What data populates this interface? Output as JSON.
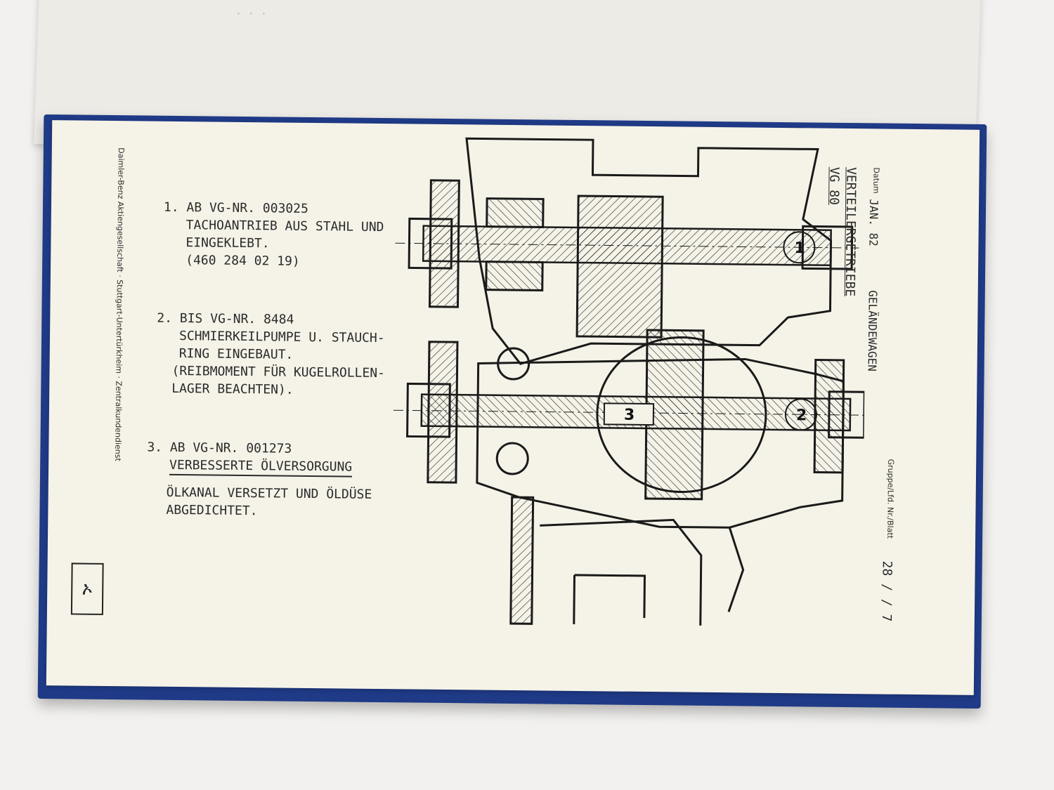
{
  "page": {
    "footer_company": "Daimler-Benz Aktiengesellschaft · Stuttgart-Untertürkheim · Zentralkundendienst",
    "logo_text": "ኦ",
    "header": {
      "datum_label": "Datum",
      "datum_value": "JAN. 82",
      "vehicle": "GELÄNDEWAGEN",
      "title": "VERTEILERGETRIEBE",
      "model": "VG 80",
      "group_label": "Gruppe/Lfd. Nr./Blatt",
      "group_value": "28 / / 7"
    },
    "notes": [
      {
        "lines": [
          "1. AB VG-NR. 003025",
          "TACHOANTRIEB AUS STAHL UND",
          "EINGEKLEBT.",
          "(460 284 02 19)"
        ]
      },
      {
        "lines": [
          "2. BIS VG-NR. 8484",
          "SCHMIERKEILPUMPE U. STAUCH-",
          "RING EINGEBAUT.",
          "(REIBMOMENT FÜR KUGELROLLEN-",
          "LAGER BEACHTEN)."
        ]
      },
      {
        "lines": [
          "3. AB VG-NR. 001273"
        ],
        "underlined": "VERBESSERTE ÖLVERSORGUNG",
        "extra": [
          "ÖLKANAL VERSETZT UND ÖLDÜSE",
          "ABGEDICHTET."
        ]
      }
    ],
    "callouts": [
      "1",
      "2",
      "3"
    ]
  }
}
